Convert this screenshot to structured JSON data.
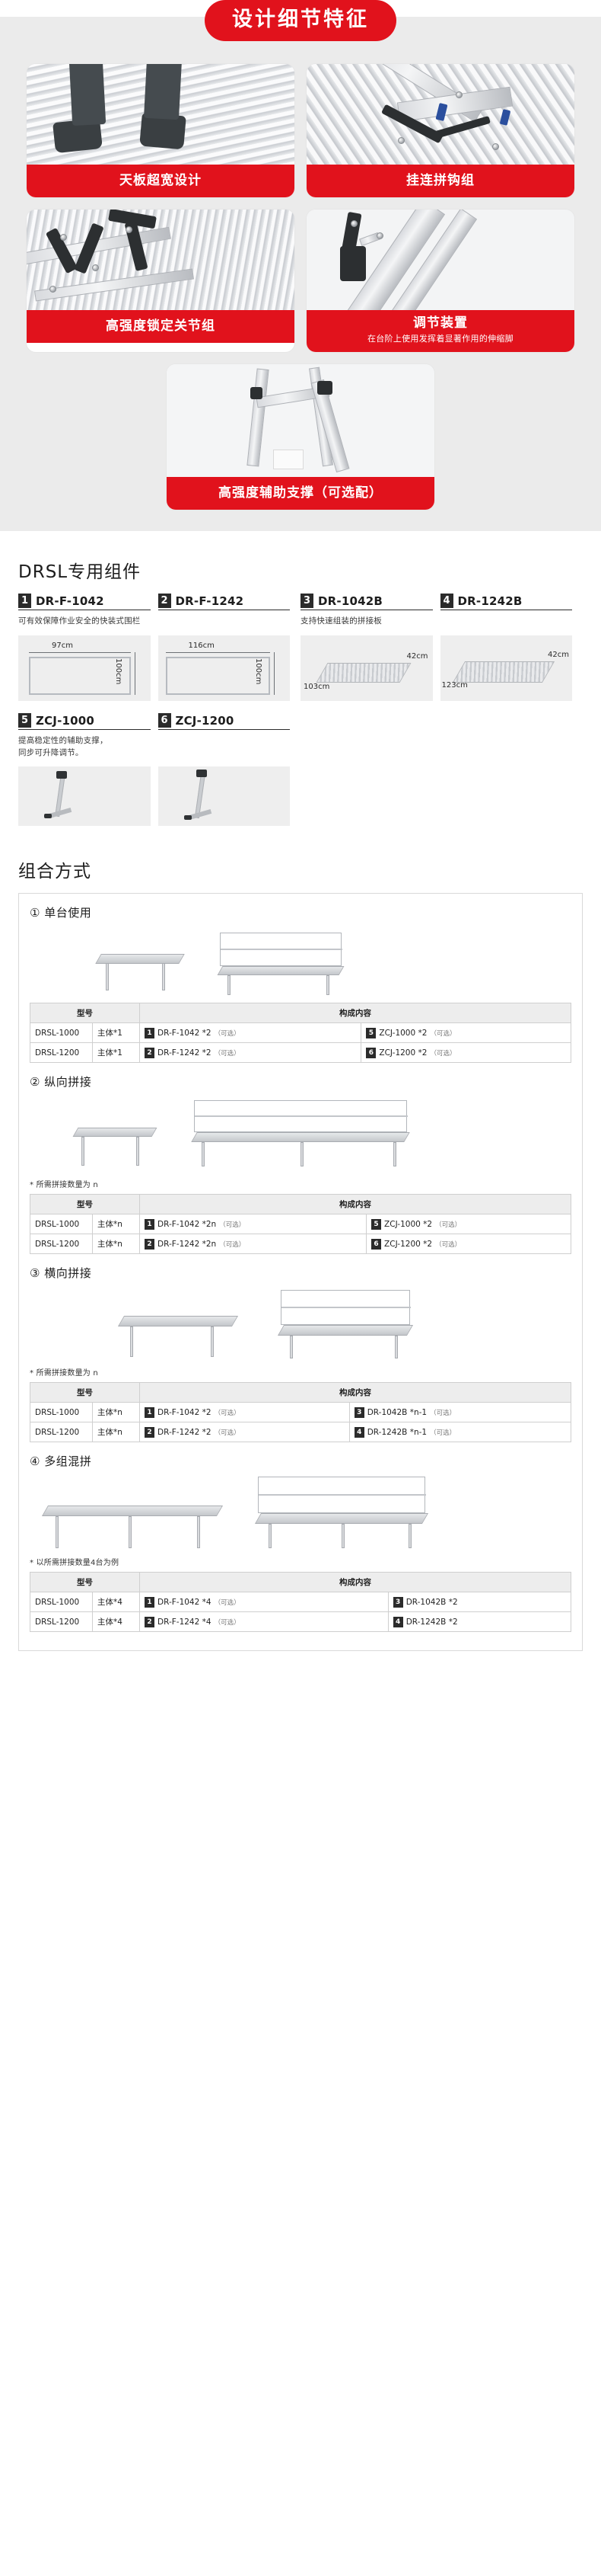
{
  "design_section": {
    "title": "设计细节特征",
    "accent_color": "#e1121c",
    "background_color": "#ebebeb",
    "cards": [
      {
        "name": "天板超宽设计",
        "sub": "",
        "photo": "boots-on-platform-photo"
      },
      {
        "name": "挂连拼钩组",
        "sub": "",
        "photo": "hook-assembly-photo"
      },
      {
        "name": "高强度锁定关节组",
        "sub": "",
        "photo": "locking-joint-photo"
      },
      {
        "name": "调节装置",
        "sub": "在台阶上使用发挥着显著作用的伸缩脚",
        "photo": "adjuster-leg-photo"
      }
    ],
    "center_card": {
      "name": "高强度辅助支撑（可选配）",
      "sub": "",
      "photo": "auxiliary-support-photo"
    }
  },
  "components_section": {
    "heading": "DRSL专用组件",
    "groups": [
      {
        "desc": "可有效保障作业安全的快装式围栏",
        "items": [
          {
            "num": "1",
            "code": "DR-F-1042",
            "dim_w": "97cm",
            "dim_h": "100cm"
          },
          {
            "num": "2",
            "code": "DR-F-1242",
            "dim_w": "116cm",
            "dim_h": "100cm"
          }
        ]
      },
      {
        "desc": "支持快速组装的拼接板",
        "items": [
          {
            "num": "3",
            "code": "DR-1042B",
            "dim_w": "103cm",
            "dim_h": "42cm"
          },
          {
            "num": "4",
            "code": "DR-1242B",
            "dim_w": "123cm",
            "dim_h": "42cm"
          }
        ]
      },
      {
        "desc": "提高稳定性的辅助支撑，\n同步可升降调节。",
        "items": [
          {
            "num": "5",
            "code": "ZCJ-1000",
            "dim_w": "",
            "dim_h": ""
          },
          {
            "num": "6",
            "code": "ZCJ-1200",
            "dim_w": "",
            "dim_h": ""
          }
        ]
      }
    ]
  },
  "combination_section": {
    "heading": "组合方式",
    "table_headers": {
      "model": "型号",
      "content": "构成内容"
    },
    "optional_tag": "（可选）",
    "blocks": [
      {
        "title": "① 单台使用",
        "note": "",
        "rows": [
          {
            "model": "DRSL-1000",
            "main": "主体*1",
            "parts": [
              {
                "num": "1",
                "text": "DR-F-1042 *2",
                "opt": "（可选）"
              },
              {
                "num": "5",
                "text": "ZCJ-1000 *2",
                "opt": "（可选）"
              }
            ]
          },
          {
            "model": "DRSL-1200",
            "main": "主体*1",
            "parts": [
              {
                "num": "2",
                "text": "DR-F-1242 *2",
                "opt": "（可选）"
              },
              {
                "num": "6",
                "text": "ZCJ-1200 *2",
                "opt": "（可选）"
              }
            ]
          }
        ]
      },
      {
        "title": "② 纵向拼接",
        "note": "* 所需拼接数量为 n",
        "rows": [
          {
            "model": "DRSL-1000",
            "main": "主体*n",
            "parts": [
              {
                "num": "1",
                "text": "DR-F-1042 *2n",
                "opt": "（可选）"
              },
              {
                "num": "5",
                "text": "ZCJ-1000 *2",
                "opt": "（可选）"
              }
            ]
          },
          {
            "model": "DRSL-1200",
            "main": "主体*n",
            "parts": [
              {
                "num": "2",
                "text": "DR-F-1242 *2n",
                "opt": "（可选）"
              },
              {
                "num": "6",
                "text": "ZCJ-1200 *2",
                "opt": "（可选）"
              }
            ]
          }
        ]
      },
      {
        "title": "③ 横向拼接",
        "note": "* 所需拼接数量为 n",
        "rows": [
          {
            "model": "DRSL-1000",
            "main": "主体*n",
            "parts": [
              {
                "num": "1",
                "text": "DR-F-1042 *2",
                "opt": "（可选）"
              },
              {
                "num": "3",
                "text": "DR-1042B *n-1",
                "opt": "（可选）"
              }
            ]
          },
          {
            "model": "DRSL-1200",
            "main": "主体*n",
            "parts": [
              {
                "num": "2",
                "text": "DR-F-1242 *2",
                "opt": "（可选）"
              },
              {
                "num": "4",
                "text": "DR-1242B *n-1",
                "opt": "（可选）"
              }
            ]
          }
        ]
      },
      {
        "title": "④ 多组混拼",
        "note": "* 以所需拼接数量4台为例",
        "rows": [
          {
            "model": "DRSL-1000",
            "main": "主体*4",
            "parts": [
              {
                "num": "1",
                "text": "DR-F-1042 *4",
                "opt": "（可选）"
              },
              {
                "num": "3",
                "text": "DR-1042B *2",
                "opt": ""
              }
            ]
          },
          {
            "model": "DRSL-1200",
            "main": "主体*4",
            "parts": [
              {
                "num": "2",
                "text": "DR-F-1242 *4",
                "opt": "（可选）"
              },
              {
                "num": "4",
                "text": "DR-1242B *2",
                "opt": ""
              }
            ]
          }
        ]
      }
    ]
  }
}
